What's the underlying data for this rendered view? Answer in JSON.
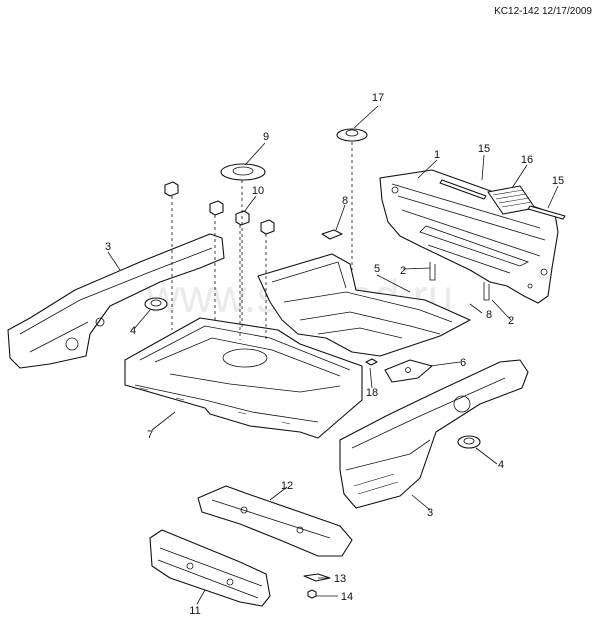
{
  "header": {
    "doc_id": "KC12-142 12/17/2009"
  },
  "watermark": "www.similad.ru",
  "callouts": [
    {
      "label": "1"
    },
    {
      "label": "2"
    },
    {
      "label": "2"
    },
    {
      "label": "3"
    },
    {
      "label": "3"
    },
    {
      "label": "4"
    },
    {
      "label": "4"
    },
    {
      "label": "5"
    },
    {
      "label": "6"
    },
    {
      "label": "7"
    },
    {
      "label": "8"
    },
    {
      "label": "8"
    },
    {
      "label": "9"
    },
    {
      "label": "10"
    },
    {
      "label": "11"
    },
    {
      "label": "12"
    },
    {
      "label": "13"
    },
    {
      "label": "14"
    },
    {
      "label": "15"
    },
    {
      "label": "15"
    },
    {
      "label": "16"
    },
    {
      "label": "17"
    },
    {
      "label": "18"
    }
  ]
}
